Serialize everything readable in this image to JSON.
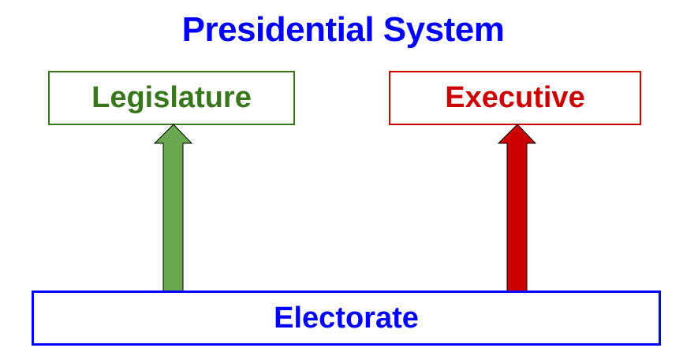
{
  "title": "Presidential System",
  "nodes": {
    "legislature": {
      "label": "Legislature",
      "color": "#38761d"
    },
    "executive": {
      "label": "Executive",
      "color": "#cc0000"
    },
    "electorate": {
      "label": "Electorate",
      "color": "#0000ff"
    }
  },
  "edges": [
    {
      "from": "Electorate",
      "to": "Legislature",
      "color": "#6aa84f"
    },
    {
      "from": "Electorate",
      "to": "Executive",
      "color": "#cc0000"
    }
  ],
  "colors": {
    "title": "#0000ff"
  }
}
